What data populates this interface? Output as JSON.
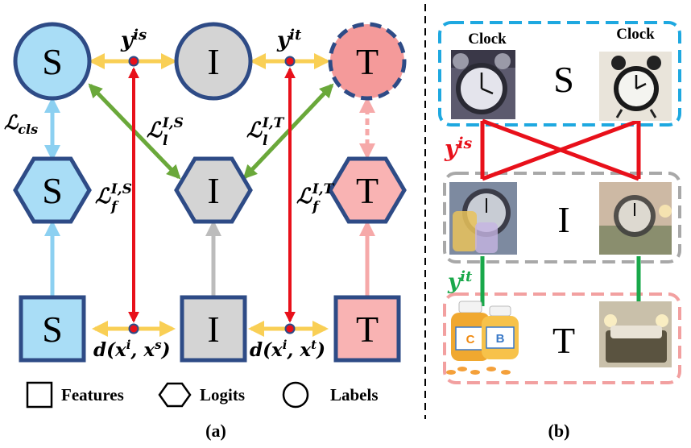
{
  "panel_a": {
    "nodes": {
      "label_s": "S",
      "label_i": "I",
      "label_t": "T",
      "logit_s": "S",
      "logit_i": "I",
      "logit_t": "T",
      "feature_s": "S",
      "feature_i": "I",
      "feature_t": "T"
    },
    "math": {
      "y_is": {
        "base": "y",
        "sup": "is"
      },
      "y_it": {
        "base": "y",
        "sup": "it"
      },
      "l_cls": {
        "base": "ℒ",
        "sub": "cls"
      },
      "l_l_is": {
        "base": "ℒ",
        "sup": "I,S",
        "sub": "l"
      },
      "l_l_it": {
        "base": "ℒ",
        "sup": "I,T",
        "sub": "l"
      },
      "l_f_is": {
        "base": "ℒ",
        "sup": "I,S",
        "sub": "f"
      },
      "l_f_it": {
        "base": "ℒ",
        "sup": "I,T",
        "sub": "f"
      },
      "d_is": "d(x",
      "d_is_sup1": "i",
      "d_is_mid": ", x",
      "d_is_sup2": "s",
      "d_is_end": ")",
      "d_it": "d(x",
      "d_it_sup1": "i",
      "d_it_mid": ", x",
      "d_it_sup2": "t",
      "d_it_end": ")"
    },
    "legend": {
      "features": "Features",
      "logits": "Logits",
      "labels": "Labels"
    },
    "caption": "(a)"
  },
  "panel_b": {
    "clock_left": "Clock",
    "clock_right": "Clock",
    "domain_s": "S",
    "domain_i": "I",
    "domain_t": "T",
    "y_is": {
      "base": "y",
      "sup": "is"
    },
    "y_it": {
      "base": "y",
      "sup": "it"
    },
    "caption": "(b)"
  },
  "colors": {
    "blue_fill": "#a9ddf6",
    "grey_fill": "#d4d4d4",
    "pink_fill": "#f9b3b3",
    "label_t_fill": "#f49a9a",
    "border": "#2e4b86",
    "red": "#e8101a",
    "yellow": "#f9cf55",
    "green": "#6aa83a",
    "light_blue": "#8cd0f1",
    "light_grey": "#bcbcbc",
    "light_pink": "#f6a9a9",
    "box_blue": "#1ea8e0",
    "box_grey": "#a8a8a8",
    "box_pink": "#f2a0a0",
    "green_line": "#19a84a"
  }
}
